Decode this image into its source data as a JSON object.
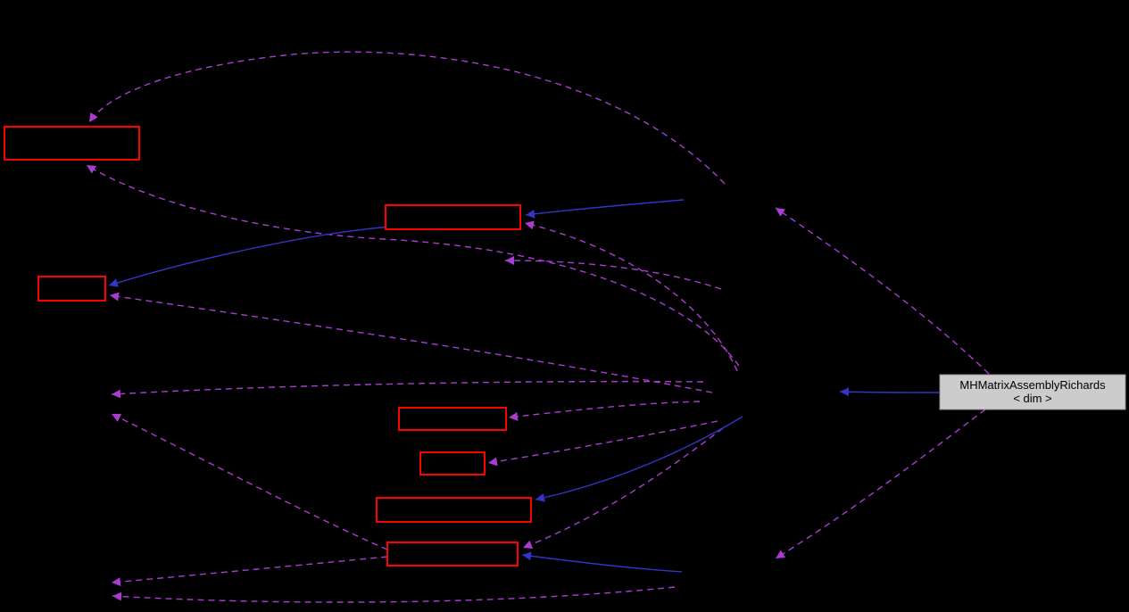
{
  "colors": {
    "background": "#000000",
    "node-border": "#ff0000",
    "edge-dashed": "#aa3cd2",
    "edge-solid": "#3434c8",
    "main-node-fill": "#cccccc",
    "main-node-border": "#8f8f8f",
    "main-node-text": "#000000"
  },
  "diagram": {
    "type": "class-collaboration-graph",
    "main_node": {
      "label_line1": "MHMatrixAssemblyRichards",
      "label_line2": "< dim >"
    },
    "red_boxes": [
      {
        "id": "box-a",
        "label": ""
      },
      {
        "id": "box-b",
        "label": ""
      },
      {
        "id": "box-c",
        "label": ""
      },
      {
        "id": "box-d",
        "label": ""
      },
      {
        "id": "box-e",
        "label": ""
      },
      {
        "id": "box-f",
        "label": ""
      },
      {
        "id": "box-g",
        "label": ""
      }
    ]
  }
}
